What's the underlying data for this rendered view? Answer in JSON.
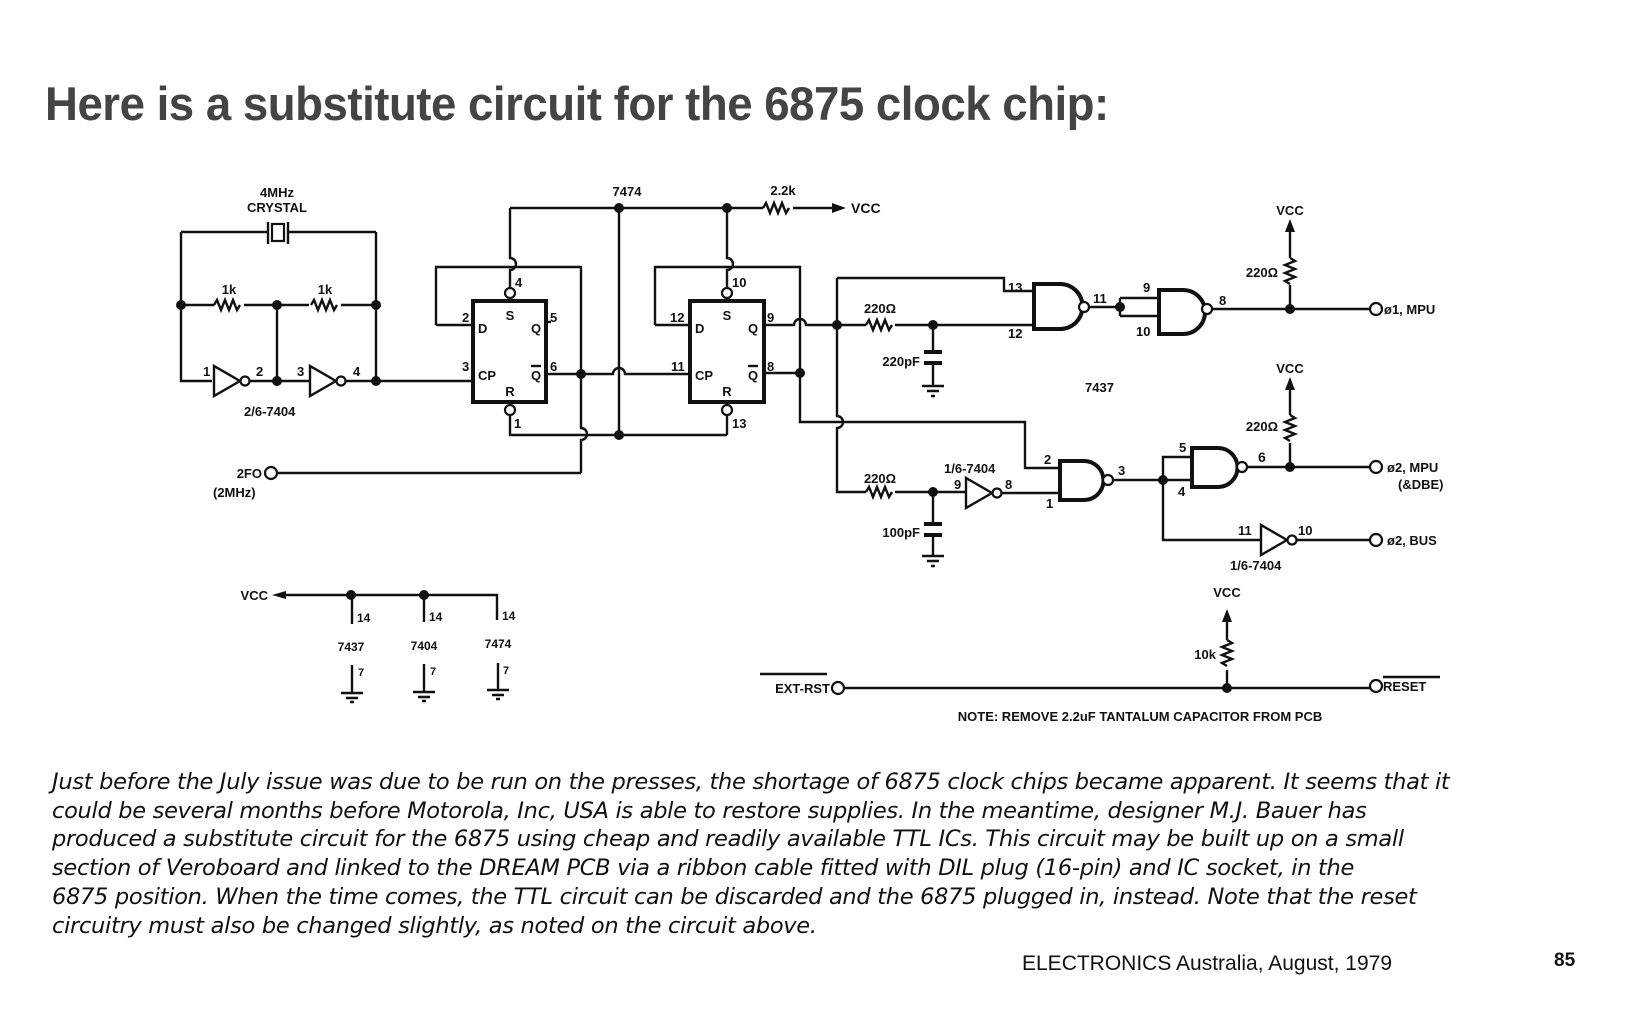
{
  "page": {
    "title": "Here is a substitute circuit for the 6875 clock chip:",
    "body_lines": [
      "Just before the July issue was due to be run on the presses, the shortage of 6875 clock chips became apparent. It seems that it",
      "could be several months before Motorola, Inc, USA is able to restore supplies. In the meantime, designer M.J. Bauer has",
      "produced a substitute circuit for the 6875 using cheap and readily available  TTL ICs. This circuit may be built up on a small",
      "section of Veroboard and linked to the DREAM PCB via a ribbon cable fitted with DIL plug (16-pin) and IC socket, in the",
      "6875 position. When the time comes, the TTL circuit can be discarded and the 6875 plugged in, instead. Note that the reset",
      "circuitry must also be changed slightly, as noted on the circuit above."
    ],
    "footer": {
      "publication": "ELECTRONICS Australia, August, 1979",
      "page_number": "85"
    }
  },
  "schematic": {
    "crystal": {
      "line1": "4MHz",
      "line2": "CRYSTAL"
    },
    "osc_resistors": [
      "1k",
      "1k"
    ],
    "osc_inverters": {
      "label": "2/6-7404",
      "pins": [
        "1",
        "2",
        "3",
        "4"
      ]
    },
    "flipflop_ic": "7474",
    "pullup_2k2": {
      "value": "2.2k",
      "to": "VCC"
    },
    "ff1": {
      "pins": {
        "S": "4",
        "D": "2",
        "CP": "3",
        "Q": "5",
        "QN": "6",
        "R": "1"
      }
    },
    "ff2": {
      "pins": {
        "S": "10",
        "D": "12",
        "CP": "11",
        "Q": "9",
        "QN": "8",
        "R": "13"
      }
    },
    "ff_labels": {
      "S": "S",
      "D": "D",
      "CP": "CP",
      "Q": "Q",
      "QN": "Q",
      "R": "R"
    },
    "input_2fo": {
      "line1": "2FO",
      "line2": "(2MHz)"
    },
    "rc1": {
      "resistor": "220Ω",
      "capacitor": "220pF"
    },
    "rc2": {
      "resistor": "220Ω",
      "capacitor": "100pF"
    },
    "nand_ic": "7437",
    "gate_a_pins": [
      "13",
      "12",
      "11"
    ],
    "gate_b_pins": [
      "9",
      "10",
      "8"
    ],
    "gate_c_pins": [
      "2",
      "1",
      "3"
    ],
    "gate_d_pins": [
      "5",
      "4",
      "6"
    ],
    "inv_mid": {
      "label": "1/6-7404",
      "pins": [
        "9",
        "8"
      ]
    },
    "inv_bus": {
      "label": "1/6-7404",
      "pins": [
        "11",
        "10"
      ]
    },
    "pullups": [
      {
        "vcc": "VCC",
        "value": "220Ω"
      },
      {
        "vcc": "VCC",
        "value": "220Ω"
      },
      {
        "vcc": "VCC",
        "value": "10k"
      }
    ],
    "outputs": {
      "phi1_mpu": "ø1, MPU",
      "phi2_mpu": "ø2, MPU",
      "phi2_mpu_sub": "(&DBE)",
      "phi2_bus": "ø2, BUS",
      "reset": "RESET"
    },
    "ext_rst": "EXT-RST",
    "power": {
      "vcc": "VCC",
      "chips": [
        {
          "name": "7437",
          "vcc_pin": "14",
          "gnd_pin": "7"
        },
        {
          "name": "7404",
          "vcc_pin": "14",
          "gnd_pin": "7"
        },
        {
          "name": "7474",
          "vcc_pin": "14",
          "gnd_pin": "7"
        }
      ]
    },
    "note": "NOTE: REMOVE 2.2uF TANTALUM CAPACITOR FROM PCB"
  }
}
